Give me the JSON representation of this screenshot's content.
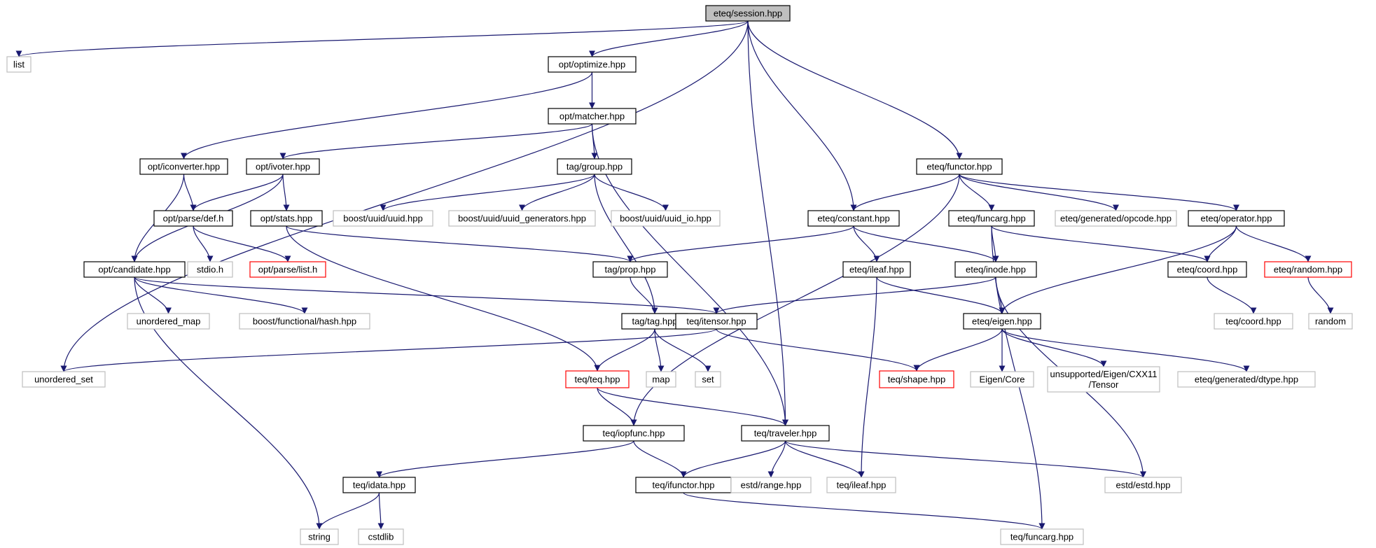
{
  "diagram": {
    "colors": {
      "edge": "#191970",
      "root_fill": "#bfbfbf",
      "root_border": "#000000",
      "documented_border": "#000000",
      "external_border": "#bfbfbf",
      "truncated_border": "#ff0000"
    },
    "nodes": [
      {
        "id": "session",
        "label": "eteq/session.hpp",
        "kind": "root"
      },
      {
        "id": "list",
        "label": "list",
        "kind": "ext"
      },
      {
        "id": "unordered_set",
        "label": "unordered_set",
        "kind": "ext"
      },
      {
        "id": "optimize",
        "label": "opt/optimize.hpp",
        "kind": "std"
      },
      {
        "id": "matcher",
        "label": "opt/matcher.hpp",
        "kind": "std"
      },
      {
        "id": "iconverter",
        "label": "opt/iconverter.hpp",
        "kind": "std"
      },
      {
        "id": "ivoter",
        "label": "opt/ivoter.hpp",
        "kind": "std"
      },
      {
        "id": "def",
        "label": "opt/parse/def.h",
        "kind": "std"
      },
      {
        "id": "stats",
        "label": "opt/stats.hpp",
        "kind": "std"
      },
      {
        "id": "candidate",
        "label": "opt/candidate.hpp",
        "kind": "std"
      },
      {
        "id": "stdio",
        "label": "stdio.h",
        "kind": "ext"
      },
      {
        "id": "parselist",
        "label": "opt/parse/list.h",
        "kind": "red"
      },
      {
        "id": "unordered_map",
        "label": "unordered_map",
        "kind": "ext"
      },
      {
        "id": "boosthash",
        "label": "boost/functional/hash.hpp",
        "kind": "ext"
      },
      {
        "id": "group",
        "label": "tag/group.hpp",
        "kind": "std"
      },
      {
        "id": "uuid",
        "label": "boost/uuid/uuid.hpp",
        "kind": "ext"
      },
      {
        "id": "uuidgen",
        "label": "boost/uuid/uuid_generators.hpp",
        "kind": "ext"
      },
      {
        "id": "uuidio",
        "label": "boost/uuid/uuid_io.hpp",
        "kind": "ext"
      },
      {
        "id": "prop",
        "label": "tag/prop.hpp",
        "kind": "std"
      },
      {
        "id": "tag",
        "label": "tag/tag.hpp",
        "kind": "std"
      },
      {
        "id": "map",
        "label": "map",
        "kind": "ext"
      },
      {
        "id": "set",
        "label": "set",
        "kind": "ext"
      },
      {
        "id": "teq",
        "label": "teq/teq.hpp",
        "kind": "red"
      },
      {
        "id": "itensor",
        "label": "teq/itensor.hpp",
        "kind": "std"
      },
      {
        "id": "functor",
        "label": "eteq/functor.hpp",
        "kind": "std"
      },
      {
        "id": "constant",
        "label": "eteq/constant.hpp",
        "kind": "std"
      },
      {
        "id": "funcarg",
        "label": "eteq/funcarg.hpp",
        "kind": "std"
      },
      {
        "id": "opcode",
        "label": "eteq/generated/opcode.hpp",
        "kind": "ext"
      },
      {
        "id": "operator",
        "label": "eteq/operator.hpp",
        "kind": "std"
      },
      {
        "id": "ileaf_e",
        "label": "eteq/ileaf.hpp",
        "kind": "std"
      },
      {
        "id": "inode",
        "label": "eteq/inode.hpp",
        "kind": "std"
      },
      {
        "id": "coord_e",
        "label": "eteq/coord.hpp",
        "kind": "std"
      },
      {
        "id": "random_e",
        "label": "eteq/random.hpp",
        "kind": "red"
      },
      {
        "id": "coord_t",
        "label": "teq/coord.hpp",
        "kind": "ext"
      },
      {
        "id": "random",
        "label": "random",
        "kind": "ext"
      },
      {
        "id": "eigen",
        "label": "eteq/eigen.hpp",
        "kind": "std"
      },
      {
        "id": "shape",
        "label": "teq/shape.hpp",
        "kind": "red"
      },
      {
        "id": "eigencore",
        "label": "Eigen/Core",
        "kind": "ext"
      },
      {
        "id": "tensor",
        "label": "unsupported/Eigen/CXX11\n/Tensor",
        "kind": "ext"
      },
      {
        "id": "dtype",
        "label": "eteq/generated/dtype.hpp",
        "kind": "ext"
      },
      {
        "id": "iopfunc",
        "label": "teq/iopfunc.hpp",
        "kind": "std"
      },
      {
        "id": "traveler",
        "label": "teq/traveler.hpp",
        "kind": "std"
      },
      {
        "id": "idata",
        "label": "teq/idata.hpp",
        "kind": "std"
      },
      {
        "id": "ifunctor",
        "label": "teq/ifunctor.hpp",
        "kind": "std"
      },
      {
        "id": "range",
        "label": "estd/range.hpp",
        "kind": "ext"
      },
      {
        "id": "ileaf_t",
        "label": "teq/ileaf.hpp",
        "kind": "ext"
      },
      {
        "id": "estd",
        "label": "estd/estd.hpp",
        "kind": "ext"
      },
      {
        "id": "string",
        "label": "string",
        "kind": "ext"
      },
      {
        "id": "cstdlib",
        "label": "cstdlib",
        "kind": "ext"
      },
      {
        "id": "funcarg_t",
        "label": "teq/funcarg.hpp",
        "kind": "ext"
      }
    ],
    "edges": [
      {
        "from": "session",
        "to": "list"
      },
      {
        "from": "session",
        "to": "unordered_set"
      },
      {
        "from": "session",
        "to": "optimize"
      },
      {
        "from": "session",
        "to": "constant"
      },
      {
        "from": "session",
        "to": "functor"
      },
      {
        "from": "session",
        "to": "traveler"
      },
      {
        "from": "optimize",
        "to": "matcher"
      },
      {
        "from": "optimize",
        "to": "iconverter"
      },
      {
        "from": "matcher",
        "to": "ivoter"
      },
      {
        "from": "matcher",
        "to": "group"
      },
      {
        "from": "matcher",
        "to": "traveler"
      },
      {
        "from": "iconverter",
        "to": "def"
      },
      {
        "from": "iconverter",
        "to": "candidate"
      },
      {
        "from": "ivoter",
        "to": "def"
      },
      {
        "from": "ivoter",
        "to": "stats"
      },
      {
        "from": "ivoter",
        "to": "candidate"
      },
      {
        "from": "def",
        "to": "stdio"
      },
      {
        "from": "def",
        "to": "parselist"
      },
      {
        "from": "stats",
        "to": "prop"
      },
      {
        "from": "stats",
        "to": "teq"
      },
      {
        "from": "candidate",
        "to": "unordered_map"
      },
      {
        "from": "candidate",
        "to": "boosthash"
      },
      {
        "from": "candidate",
        "to": "itensor"
      },
      {
        "from": "candidate",
        "to": "string"
      },
      {
        "from": "group",
        "to": "uuid"
      },
      {
        "from": "group",
        "to": "uuidgen"
      },
      {
        "from": "group",
        "to": "uuidio"
      },
      {
        "from": "group",
        "to": "tag"
      },
      {
        "from": "prop",
        "to": "tag"
      },
      {
        "from": "tag",
        "to": "teq"
      },
      {
        "from": "tag",
        "to": "map"
      },
      {
        "from": "tag",
        "to": "set"
      },
      {
        "from": "teq",
        "to": "iopfunc"
      },
      {
        "from": "teq",
        "to": "traveler"
      },
      {
        "from": "itensor",
        "to": "unordered_set"
      },
      {
        "from": "itensor",
        "to": "shape"
      },
      {
        "from": "functor",
        "to": "constant"
      },
      {
        "from": "functor",
        "to": "funcarg"
      },
      {
        "from": "functor",
        "to": "opcode"
      },
      {
        "from": "functor",
        "to": "operator"
      },
      {
        "from": "functor",
        "to": "iopfunc"
      },
      {
        "from": "constant",
        "to": "prop"
      },
      {
        "from": "constant",
        "to": "ileaf_e"
      },
      {
        "from": "constant",
        "to": "inode"
      },
      {
        "from": "funcarg",
        "to": "inode"
      },
      {
        "from": "funcarg",
        "to": "coord_e"
      },
      {
        "from": "funcarg",
        "to": "funcarg_t"
      },
      {
        "from": "operator",
        "to": "coord_e"
      },
      {
        "from": "operator",
        "to": "random_e"
      },
      {
        "from": "operator",
        "to": "eigen"
      },
      {
        "from": "ileaf_e",
        "to": "eigen"
      },
      {
        "from": "ileaf_e",
        "to": "ileaf_t"
      },
      {
        "from": "inode",
        "to": "itensor"
      },
      {
        "from": "inode",
        "to": "eigen"
      },
      {
        "from": "inode",
        "to": "estd"
      },
      {
        "from": "coord_e",
        "to": "coord_t"
      },
      {
        "from": "random_e",
        "to": "random"
      },
      {
        "from": "eigen",
        "to": "shape"
      },
      {
        "from": "eigen",
        "to": "eigencore"
      },
      {
        "from": "eigen",
        "to": "tensor"
      },
      {
        "from": "eigen",
        "to": "dtype"
      },
      {
        "from": "iopfunc",
        "to": "idata"
      },
      {
        "from": "iopfunc",
        "to": "ifunctor"
      },
      {
        "from": "traveler",
        "to": "ifunctor"
      },
      {
        "from": "traveler",
        "to": "range"
      },
      {
        "from": "traveler",
        "to": "ileaf_t"
      },
      {
        "from": "traveler",
        "to": "estd"
      },
      {
        "from": "idata",
        "to": "string"
      },
      {
        "from": "idata",
        "to": "cstdlib"
      },
      {
        "from": "ifunctor",
        "to": "funcarg_t"
      }
    ]
  }
}
